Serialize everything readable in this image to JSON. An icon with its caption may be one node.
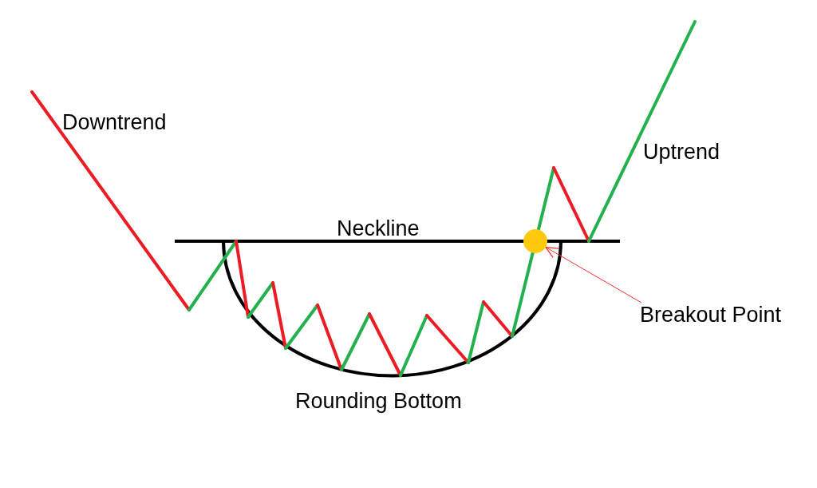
{
  "diagram": {
    "nodes": [
      {
        "text": [
          "Breakout Point"
        ]
      },
      {
        "text": [],
        "shape": "circle"
      }
    ],
    "edges": [
      {
        "from": 0,
        "to": 1,
        "arrow": "to",
        "color": "#ff3030"
      }
    ],
    "labels": [
      "Downtrend",
      "Uptrend",
      "Neckline",
      "Rounding Bottom"
    ]
  }
}
